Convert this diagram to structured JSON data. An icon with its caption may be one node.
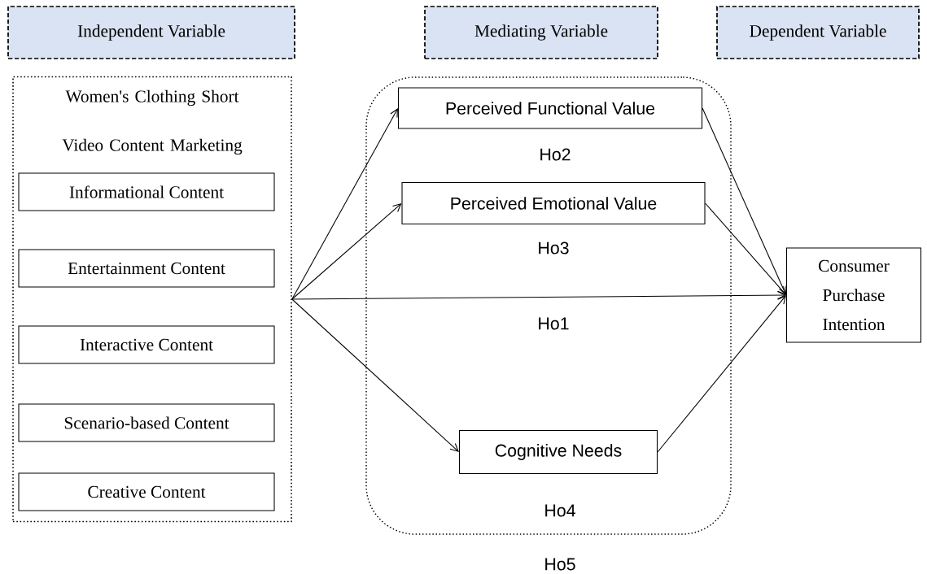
{
  "diagram": {
    "nodes": [
      {
        "text": [
          "Independent Variable"
        ]
      },
      {
        "text": [
          "Mediating Variable"
        ]
      },
      {
        "text": [
          "Dependent Variable"
        ]
      },
      {
        "text": [
          "Women's Clothing Short Video Content Marketing"
        ]
      },
      {
        "text": [
          "Informational Content"
        ],
        "in": 3
      },
      {
        "text": [
          "Entertainment Content"
        ],
        "in": 3
      },
      {
        "text": [
          "Interactive Content"
        ],
        "in": 3
      },
      {
        "text": [
          "Scenario-based Content"
        ],
        "in": 3
      },
      {
        "text": [
          "Creative Content"
        ],
        "in": 3
      },
      {
        "text": [],
        "shape": "box"
      },
      {
        "text": [
          "Perceived Functional Value"
        ],
        "in": 9
      },
      {
        "text": [
          "Perceived Emotional Value"
        ],
        "in": 9
      },
      {
        "text": [
          "Cognitive Needs"
        ],
        "in": 9
      },
      {
        "text": [
          "Consumer Purchase Intention"
        ]
      }
    ],
    "edges": [
      {
        "from": 3,
        "to": 10,
        "arrow": "to"
      },
      {
        "from": 3,
        "to": 11,
        "arrow": "to"
      },
      {
        "from": 3,
        "to": 13,
        "arrow": "to"
      },
      {
        "from": 3,
        "to": 12,
        "arrow": "to"
      },
      {
        "from": 10,
        "to": 13,
        "arrow": "to"
      },
      {
        "from": 11,
        "to": 13,
        "arrow": "to"
      },
      {
        "from": 12,
        "to": 13,
        "arrow": "to"
      }
    ],
    "labels": [
      "Ho2",
      "Ho3",
      "Ho1",
      "Ho4",
      "Ho5"
    ]
  }
}
